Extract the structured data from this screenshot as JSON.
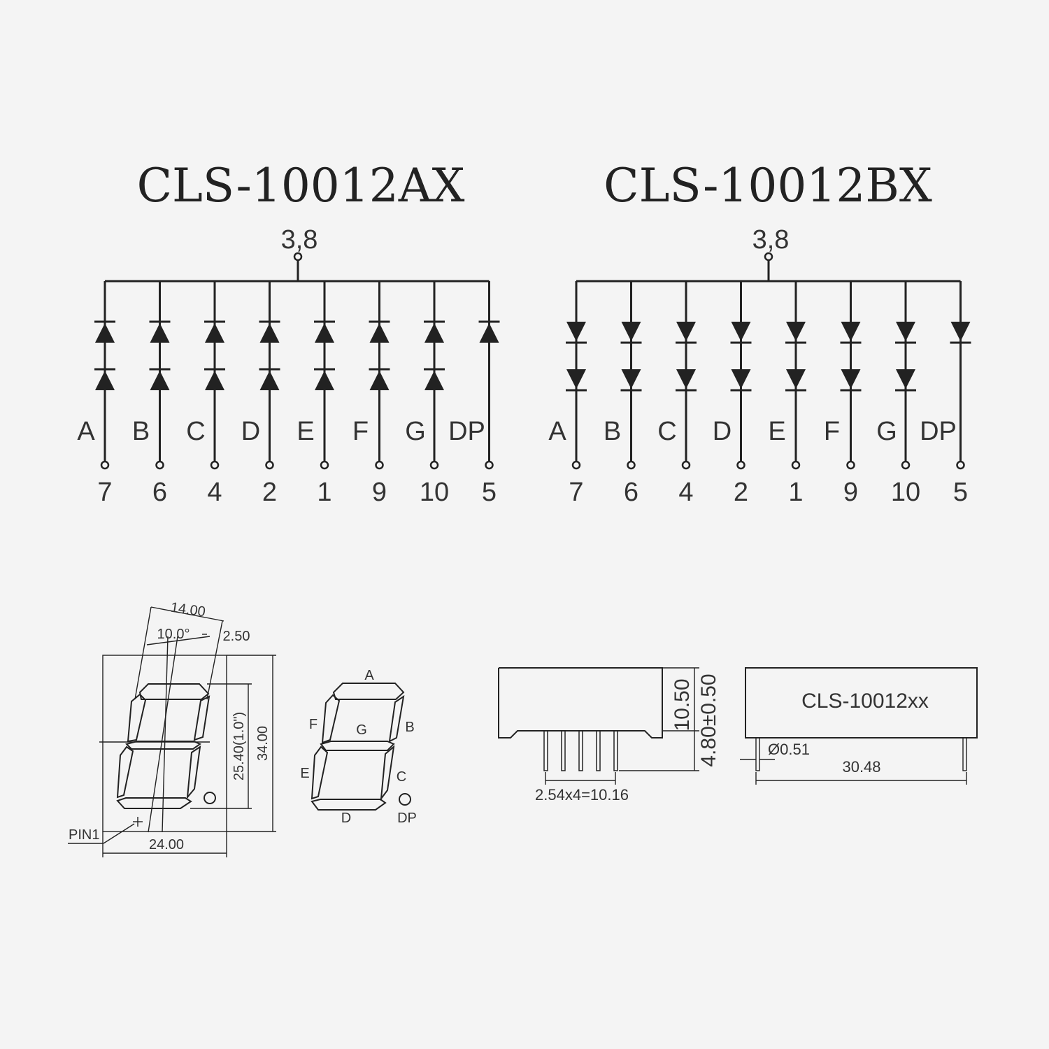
{
  "circuits": [
    {
      "title": "CLS-10012AX",
      "type": "common-cathode",
      "common_pin_label": "3,8",
      "segments": [
        "A",
        "B",
        "C",
        "D",
        "E",
        "F",
        "G",
        "DP"
      ],
      "pins": [
        "7",
        "6",
        "4",
        "2",
        "1",
        "9",
        "10",
        "5"
      ]
    },
    {
      "title": "CLS-10012BX",
      "type": "common-anode",
      "common_pin_label": "3,8",
      "segments": [
        "A",
        "B",
        "C",
        "D",
        "E",
        "F",
        "G",
        "DP"
      ],
      "pins": [
        "7",
        "6",
        "4",
        "2",
        "1",
        "9",
        "10",
        "5"
      ]
    }
  ],
  "front_dims": {
    "width_top": "14.00",
    "angle": "10.0°",
    "segment_width": "2.50",
    "digit_height": "25.40(1.0\")",
    "body_height": "34.00",
    "body_width": "24.00",
    "pin1_label": "PIN1"
  },
  "segment_map": {
    "labels": [
      "A",
      "B",
      "C",
      "D",
      "E",
      "F",
      "G",
      "DP"
    ]
  },
  "side_dims": {
    "height": "10.50",
    "pin_length": "4.80±0.50",
    "pin_pitch": "2.54x4=10.16"
  },
  "top_dims": {
    "part_label": "CLS-10012xx",
    "pin_diameter": "Ø0.51",
    "row_spacing": "30.48"
  }
}
